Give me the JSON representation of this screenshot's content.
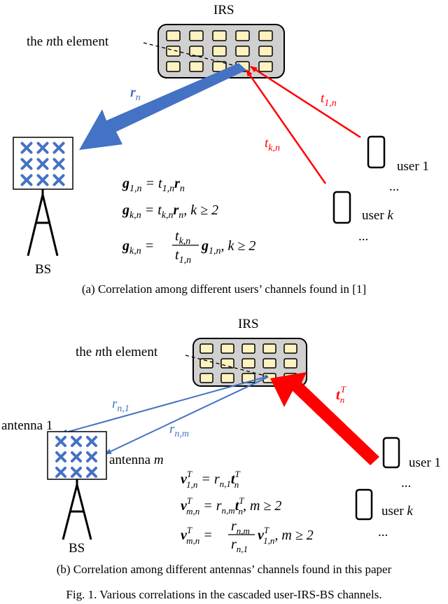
{
  "colors": {
    "red": "#ff0000",
    "blue": "#4472c4",
    "irs_fill": "#d0d0d0",
    "element_fill": "#fdf2c0"
  },
  "panel_a": {
    "irs_label": "IRS",
    "element_label_pre": "the ",
    "element_label_n": "n",
    "element_label_post": "th element",
    "bs_label": "BS",
    "user1_label": "user 1",
    "userk_label_pre": "user ",
    "userk_label_k": "k",
    "dots_upper": "...",
    "dots_lower": "...",
    "r_n": {
      "base": "r",
      "sub": "n"
    },
    "t_1n": {
      "base": "t",
      "sub": "1,n"
    },
    "t_kn": {
      "base": "t",
      "sub": "k,n"
    },
    "eq1": {
      "lhs": "g",
      "lhs_sub": "1,n",
      "rhs_a": " = t",
      "rhs_a_sub": "1,n",
      "rhs_b": "r",
      "rhs_b_sub": "n"
    },
    "eq2": {
      "lhs": "g",
      "lhs_sub": "k,n",
      "rhs_a": " = t",
      "rhs_a_sub": "k,n",
      "rhs_b": "r",
      "rhs_b_sub": "n",
      "tail": ", k ≥ 2"
    },
    "eq3": {
      "lhs": "g",
      "lhs_sub": "k,n",
      "eqsign": " =",
      "num": "t",
      "num_sub": "k,n",
      "den": "t",
      "den_sub": "1,n",
      "rhs": "g",
      "rhs_sub": "1,n",
      "tail": ", k ≥ 2"
    },
    "caption": "(a)  Correlation among different users’ channels found in [1]"
  },
  "panel_b": {
    "irs_label": "IRS",
    "element_label_pre": "the ",
    "element_label_n": "n",
    "element_label_post": "th element",
    "bs_label": "BS",
    "antenna1_label": "antenna 1",
    "antennam_label_pre": "antenna ",
    "antennam_label_m": "m",
    "user1_label": "user 1",
    "userk_label_pre": "user ",
    "userk_label_k": "k",
    "dots_upper": "...",
    "dots_lower": "...",
    "r_n1": {
      "base": "r",
      "sub": "n,1"
    },
    "r_nm": {
      "base": "r",
      "sub": "n,m"
    },
    "t_nT": {
      "base": "t",
      "sub": "n",
      "sup": "T"
    },
    "eq1": {
      "lhs": "v",
      "lhs_sup": "T",
      "lhs_sub": "1,n",
      "rhs_a": " = r",
      "rhs_a_sub": "n,1",
      "rhs_b": "t",
      "rhs_b_sup": "T",
      "rhs_b_sub": "n"
    },
    "eq2": {
      "lhs": "v",
      "lhs_sup": "T",
      "lhs_sub": "m,n",
      "rhs_a": " = r",
      "rhs_a_sub": "n,m",
      "rhs_b": "t",
      "rhs_b_sup": "T",
      "rhs_b_sub": "n",
      "tail": ", m ≥ 2"
    },
    "eq3": {
      "lhs": "v",
      "lhs_sup": "T",
      "lhs_sub": "m,n",
      "eqsign": " =",
      "num": "r",
      "num_sub": "n,m",
      "den": "r",
      "den_sub": "n,1",
      "rhs": "v",
      "rhs_sup": "T",
      "rhs_sub": "1,n",
      "tail": ", m ≥ 2"
    },
    "caption": "(b)  Correlation among different antennas’ channels found in this paper"
  },
  "figure_caption": "Fig. 1.  Various correlations in the cascaded user-IRS-BS channels."
}
